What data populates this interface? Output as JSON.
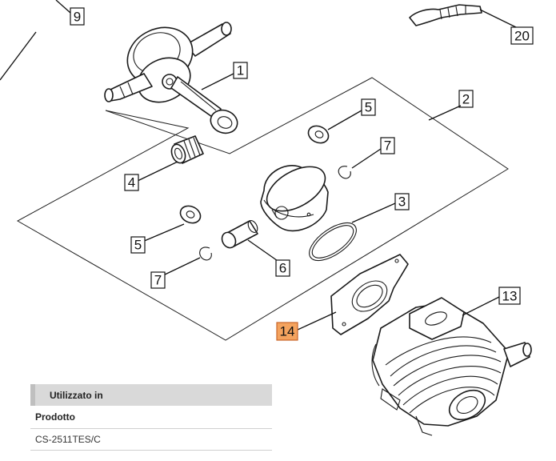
{
  "callouts": [
    "9",
    "20",
    "1",
    "2",
    "5",
    "7",
    "4",
    "3",
    "5",
    "6",
    "7",
    "14",
    "13"
  ],
  "usage": {
    "header": "Utilizzato in",
    "column": "Prodotto",
    "rows": [
      "CS-2511TES/C"
    ]
  },
  "colors": {
    "highlight": "#f4a35e",
    "line": "#111111"
  }
}
